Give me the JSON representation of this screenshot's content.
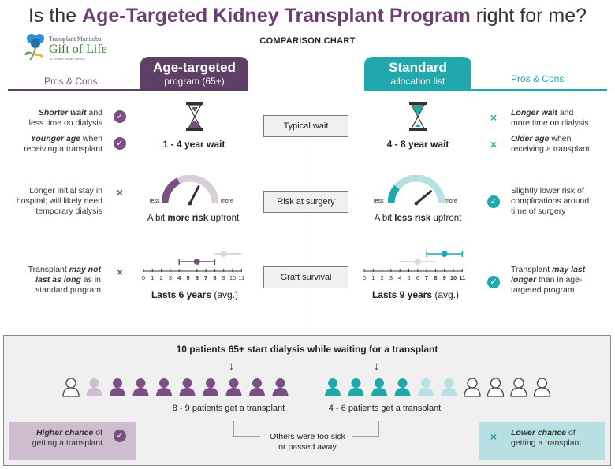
{
  "title": {
    "pre": "Is the ",
    "bold": "Age-Targeted Kidney Transplant Program",
    "post": " right for me?"
  },
  "subtitle": "COMPARISON CHART",
  "logo": {
    "line1": "Transplant Manitoba",
    "line2": "Gift of Life",
    "line3": "A Shared Health Service"
  },
  "left_tab": {
    "main": "Age-targeted",
    "sub": "program (65+)"
  },
  "right_tab": {
    "main": "Standard",
    "sub": "allocation list"
  },
  "pros_cons_left": "Pros & Cons",
  "pros_cons_right": "Pros & Cons",
  "rows": {
    "wait": {
      "label": "Typical wait",
      "left_pros": [
        {
          "bold": "Shorter wait",
          "rest": " and",
          "line2": "less time on dialysis"
        },
        {
          "bold": "Younger age",
          "rest": " when",
          "line2": "receiving a transplant"
        }
      ],
      "left_value": "1 - 4 year wait",
      "right_value": "4 - 8 year wait",
      "right_cons": [
        {
          "bold": "Longer wait",
          "rest": " and",
          "line2": "more time on dialysis"
        },
        {
          "bold": "Older age",
          "rest": " when",
          "line2": "receiving a transplant"
        }
      ]
    },
    "risk": {
      "label": "Risk at surgery",
      "left_text": [
        "Longer initial stay in",
        "hospital; will likely need",
        "temporary dialysis"
      ],
      "gauge_less": "less",
      "gauge_more": "more",
      "left_value_pre": "A bit ",
      "left_value_bold": "more risk",
      "left_value_post": " upfront",
      "right_value_pre": "A bit ",
      "right_value_bold": "less risk",
      "right_value_post": " upfront",
      "right_text": [
        "Slightly lower risk of",
        "complications around",
        "time of surgery"
      ],
      "left_gauge_level": 0.35,
      "right_gauge_level": 0.22
    },
    "graft": {
      "label": "Graft survival",
      "left_text_line1_pre": "Transplant ",
      "left_text_line1_bold": "may not",
      "left_text_line2_bold": "last as long",
      "left_text_line2_rest": " as in",
      "left_text_line3": "standard program",
      "ticks": [
        "0",
        "1",
        "2",
        "3",
        "4",
        "5",
        "6",
        "7",
        "8",
        "9",
        "10",
        "11"
      ],
      "left_value": "Lasts 6 years",
      "left_value_suffix": " (avg.)",
      "right_value": "Lasts 9 years",
      "right_value_suffix": " (avg.)",
      "right_text_line1_pre": "Transplant ",
      "right_text_line1_bold": "may last",
      "right_text_line2_bold": "longer",
      "right_text_line2_rest": " than in age-",
      "right_text_line3": "targeted program",
      "left_range": {
        "main": 6,
        "low": 4,
        "high": 8,
        "ghost": 9,
        "ghost_low": 8,
        "ghost_high": 11
      },
      "right_range": {
        "main": 9,
        "low": 7,
        "high": 11,
        "ghost": 6,
        "ghost_low": 4,
        "ghost_high": 8
      }
    }
  },
  "bottom": {
    "title": "10 patients 65+ start dialysis while waiting for a transplant",
    "left_count": "8 - 9 patients get a transplant",
    "right_count": "4 - 6 patients get a transplant",
    "others_line1": "Others were too sick",
    "others_line2": "or passed away",
    "left_box_bold": "Higher chance",
    "left_box_rest": " of",
    "left_box_line2": "getting a transplant",
    "right_box_bold": "Lower chance",
    "right_box_rest": " of",
    "right_box_line2": "getting a transplant"
  },
  "colors": {
    "purple": "#7a4f82",
    "purple_dark": "#5e3f66",
    "purple_light": "#cdbdcf",
    "teal": "#20a8ad",
    "teal_light": "#b6e0e2",
    "gray": "#d9d9d9"
  }
}
